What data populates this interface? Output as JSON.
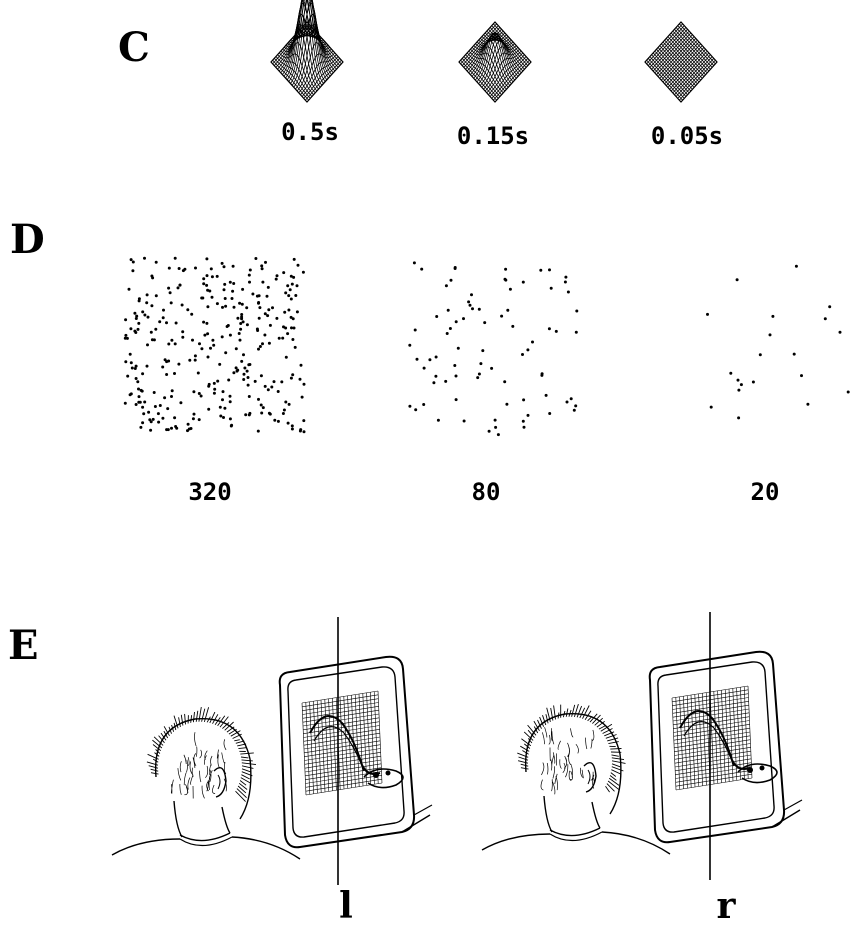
{
  "panel_c": {
    "letter": "C",
    "surfaces": [
      {
        "caption": "0.5s",
        "peak": 0.95
      },
      {
        "caption": "0.15s",
        "peak": 0.35
      },
      {
        "caption": "0.05s",
        "peak": 0.0
      }
    ]
  },
  "panel_d": {
    "letter": "D",
    "patterns": [
      {
        "caption": "320",
        "count": 320
      },
      {
        "caption": "80",
        "count": 80
      },
      {
        "caption": "20",
        "count": 20
      }
    ]
  },
  "panel_e": {
    "letter": "E",
    "views": [
      {
        "caption": "l"
      },
      {
        "caption": "r"
      }
    ]
  }
}
